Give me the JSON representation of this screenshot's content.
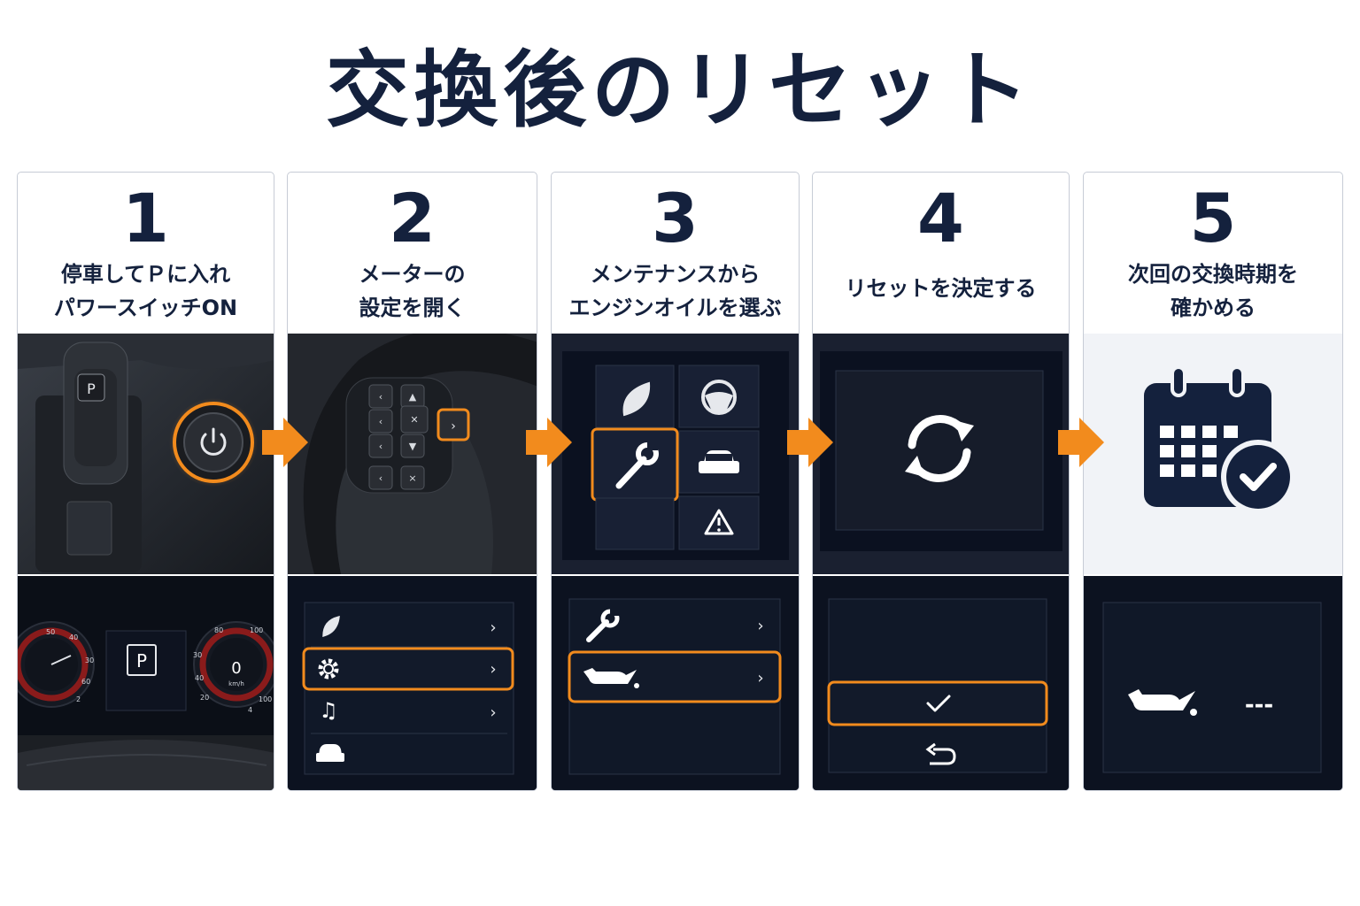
{
  "title": "交換後のリセット",
  "colors": {
    "navy": "#14213d",
    "accent": "#f28b1d",
    "screen_bg": "#0c1220",
    "panel_border": "#c7ccd6"
  },
  "steps": [
    {
      "number": "1",
      "caption": [
        "停車してＰに入れ",
        "パワースイッチON"
      ],
      "icons": [
        "shift-lever",
        "power-button-icon",
        "instrument-cluster"
      ],
      "cluster": {
        "gear": "P",
        "speed": "0",
        "speed_unit": "km/h",
        "left_gauge_ticks": [
          "50",
          "40",
          "30",
          "60",
          "2"
        ],
        "right_gauge_ticks": [
          "80",
          "100",
          "30",
          "40",
          "20",
          "100",
          "4"
        ]
      }
    },
    {
      "number": "2",
      "caption": [
        "メーターの",
        "設定を開く"
      ],
      "icons": [
        "steering-wheel",
        "right-arrow-button-icon"
      ],
      "menu": [
        "leaf-icon",
        "gear-icon",
        "music-icon",
        "car-icon"
      ],
      "selected": "gear-icon"
    },
    {
      "number": "3",
      "caption": [
        "メンテナンスから",
        "エンジンオイルを選ぶ"
      ],
      "grid": [
        "leaf-icon",
        "steering-icon",
        "wrench-icon",
        "car-icon",
        "",
        "warning-icon"
      ],
      "selected_grid": "wrench-icon",
      "menu": [
        "wrench-icon",
        "oil-can-icon"
      ],
      "selected": "oil-can-icon"
    },
    {
      "number": "4",
      "caption": [
        "リセットを決定する"
      ],
      "icons": [
        "reset-icon"
      ],
      "options": [
        "check-icon",
        "return-icon"
      ],
      "selected": "check-icon"
    },
    {
      "number": "5",
      "caption": [
        "次回の交換時期を",
        "確かめる"
      ],
      "icons": [
        "calendar-check-icon"
      ],
      "next_change_value": "---"
    }
  ]
}
